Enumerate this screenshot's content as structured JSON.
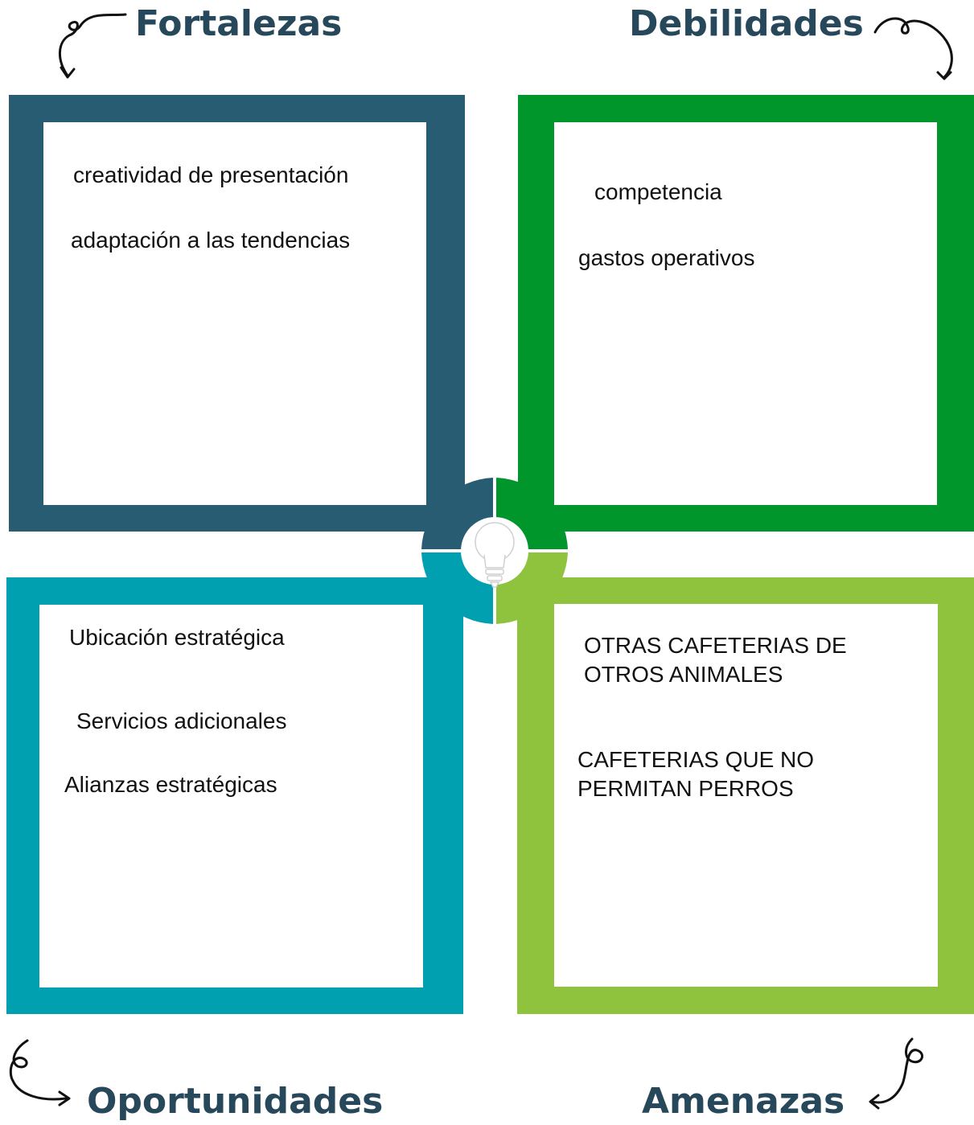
{
  "colors": {
    "fortalezas": "#285c72",
    "debilidades": "#00962b",
    "oportunidades": "#00a0b0",
    "amenazas": "#8fc33e",
    "title": "#27475a"
  },
  "fortalezas": {
    "title": "Fortalezas",
    "items": [
      "creatividad de presentación",
      "adaptación a las tendencias"
    ]
  },
  "debilidades": {
    "title": "Debilidades",
    "items": [
      "competencia",
      "gastos operativos"
    ]
  },
  "oportunidades": {
    "title": "Oportunidades",
    "items": [
      "Ubicación estratégica",
      "Servicios adicionales",
      "Alianzas estratégicas"
    ]
  },
  "amenazas": {
    "title": "Amenazas",
    "items": [
      "OTRAS CAFETERIAS DE",
      "OTROS ANIMALES",
      "CAFETERIAS QUE NO",
      "PERMITAN PERROS"
    ]
  },
  "icons": {
    "hub": "lightbulb-icon",
    "arrows": "curly-arrow-icon"
  }
}
